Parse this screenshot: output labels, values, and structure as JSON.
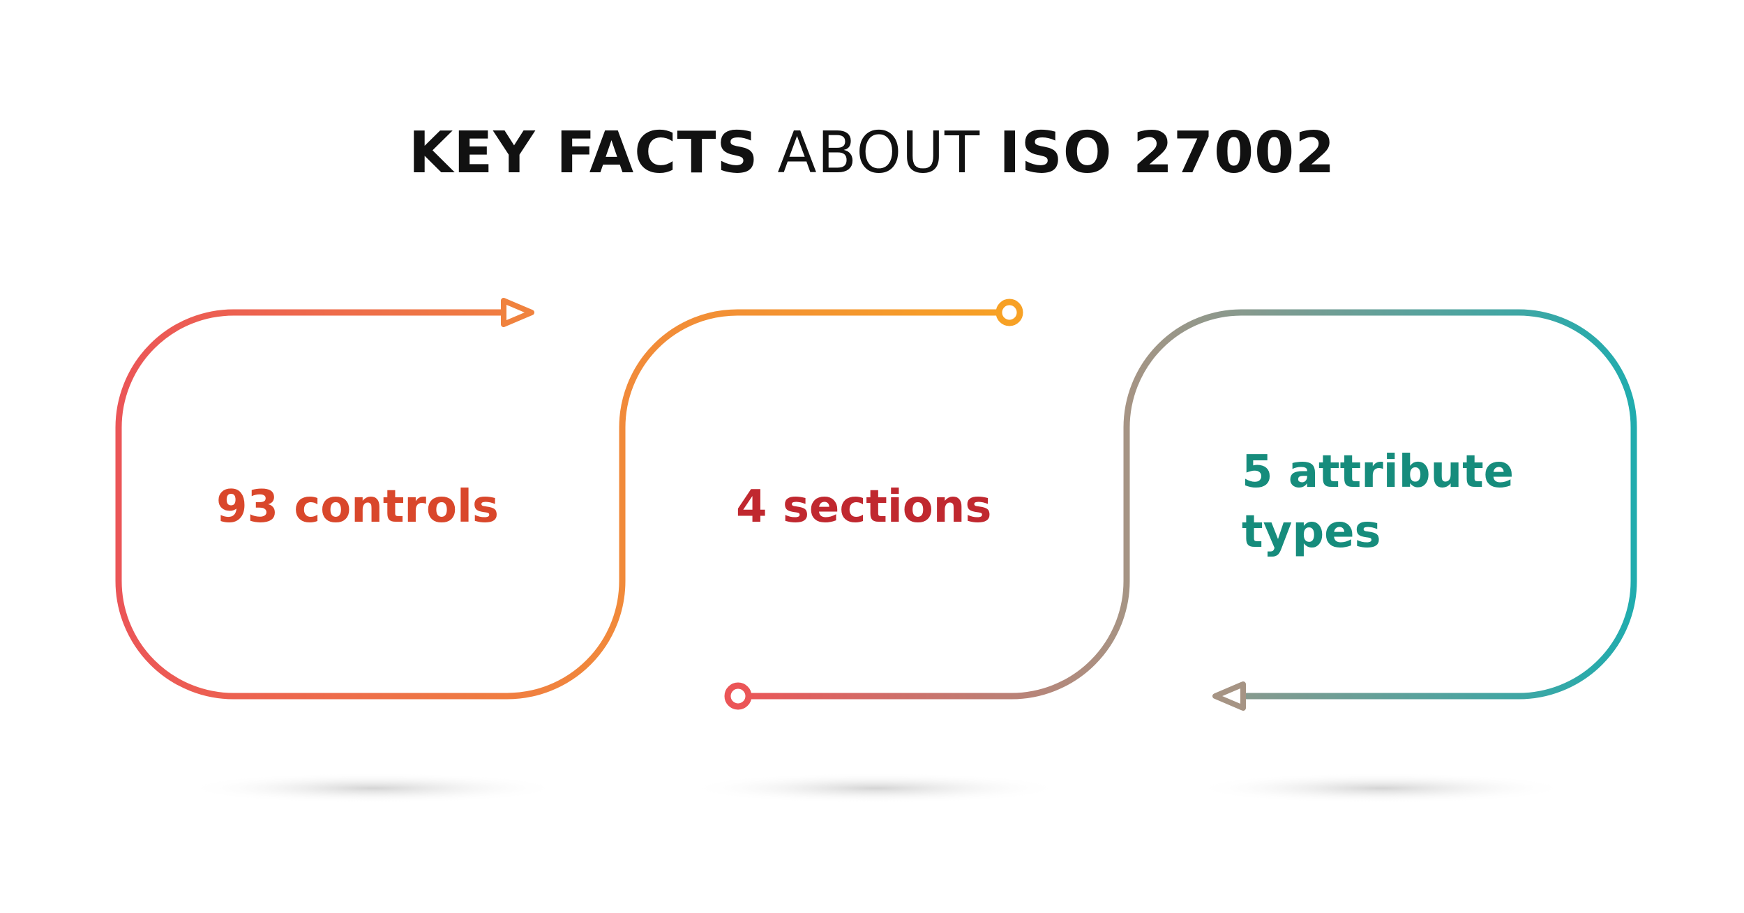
{
  "title": {
    "part1": "KEY FACTS",
    "part2": "ABOUT",
    "part3": "ISO 27002"
  },
  "facts": [
    {
      "label_lines": [
        "93 controls"
      ],
      "color": "#D9472B"
    },
    {
      "label_lines": [
        "4 sections"
      ],
      "color": "#C0282F"
    },
    {
      "label_lines": [
        "5 attribute",
        "types"
      ],
      "color": "#168C7C"
    }
  ],
  "colors": {
    "gradient_start": "#EB5557",
    "gradient_mid": "#F7A125",
    "gradient_muted": "#A69484",
    "gradient_end": "#20ACAE",
    "shadow": "#d6d6d6"
  },
  "icons": {
    "start_arrow": "arrow-right-icon",
    "end_circle_top": "circle-end-icon",
    "end_circle_bottom": "circle-start-icon",
    "end_arrow": "arrow-left-icon"
  }
}
